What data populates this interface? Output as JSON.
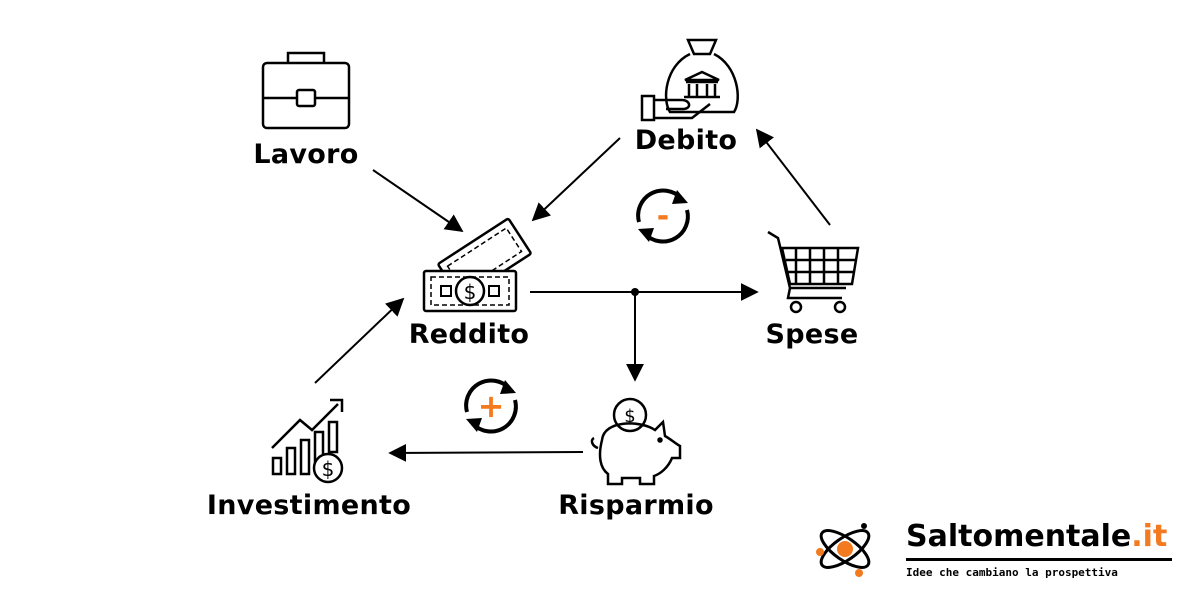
{
  "nodes": {
    "lavoro": "Lavoro",
    "debito": "Debito",
    "reddito": "Reddito",
    "spese": "Spese",
    "risparmio": "Risparmio",
    "investimento": "Investimento"
  },
  "cycle_signs": {
    "negative": "-",
    "positive": "+"
  },
  "brand": {
    "name": "Saltomentale",
    "tld": ".it",
    "tagline": "Idee che cambiano la prospettiva",
    "accent_color": "#f47a20"
  },
  "icons": {
    "lavoro": "briefcase-icon",
    "debito": "bank-money-bag-icon",
    "reddito": "banknotes-icon",
    "spese": "shopping-cart-icon",
    "risparmio": "piggy-bank-icon",
    "investimento": "growth-chart-icon"
  }
}
